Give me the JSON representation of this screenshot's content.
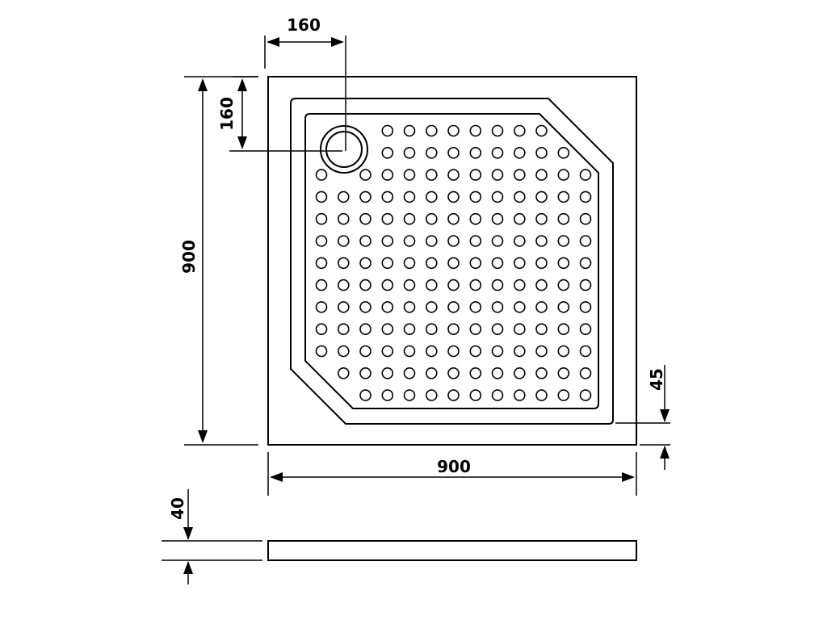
{
  "dimensions": {
    "top_waste_offset": "160",
    "left_waste_offset": "160",
    "overall_height": "900",
    "overall_width": "900",
    "rim_inset": "45",
    "thickness": "40"
  },
  "drain_holes": {
    "rows": [
      {
        "cols": [
          3,
          4,
          5,
          6,
          7,
          8,
          9,
          10
        ]
      },
      {
        "cols": [
          3,
          4,
          5,
          6,
          7,
          8,
          9,
          10,
          11
        ]
      },
      {
        "cols": [
          0,
          2,
          3,
          4,
          5,
          6,
          7,
          8,
          9,
          10,
          11,
          12
        ]
      },
      {
        "cols": [
          0,
          1,
          2,
          3,
          4,
          5,
          6,
          7,
          8,
          9,
          10,
          11,
          12
        ]
      },
      {
        "cols": [
          0,
          1,
          2,
          3,
          4,
          5,
          6,
          7,
          8,
          9,
          10,
          11,
          12
        ]
      },
      {
        "cols": [
          0,
          1,
          2,
          3,
          4,
          5,
          6,
          7,
          8,
          9,
          10,
          11,
          12
        ]
      },
      {
        "cols": [
          0,
          1,
          2,
          3,
          4,
          5,
          6,
          7,
          8,
          9,
          10,
          11,
          12
        ]
      },
      {
        "cols": [
          0,
          1,
          2,
          3,
          4,
          5,
          6,
          7,
          8,
          9,
          10,
          11,
          12
        ]
      },
      {
        "cols": [
          0,
          1,
          2,
          3,
          4,
          5,
          6,
          7,
          8,
          9,
          10,
          11,
          12
        ]
      },
      {
        "cols": [
          0,
          1,
          2,
          3,
          4,
          5,
          6,
          7,
          8,
          9,
          10,
          11,
          12
        ]
      },
      {
        "cols": [
          0,
          1,
          2,
          3,
          4,
          5,
          6,
          7,
          8,
          9,
          10,
          11,
          12
        ]
      },
      {
        "cols": [
          1,
          2,
          3,
          4,
          5,
          6,
          7,
          8,
          9,
          10,
          11,
          12
        ]
      },
      {
        "cols": [
          2,
          3,
          4,
          5,
          6,
          7,
          8,
          9,
          10,
          11,
          12
        ]
      }
    ]
  },
  "colors": {
    "stroke": "#000000",
    "background": "#ffffff"
  }
}
